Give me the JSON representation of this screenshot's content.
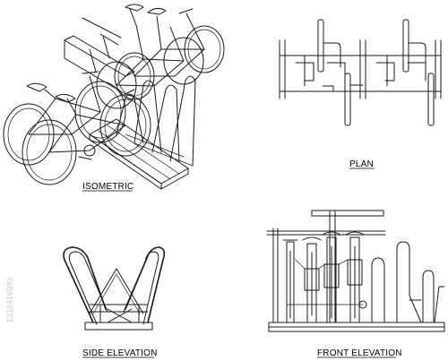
{
  "views": {
    "isometric": {
      "label": "ISOMETRIC"
    },
    "plan": {
      "label": "PLAN"
    },
    "side_elevation": {
      "label": "SIDE ELEVATION"
    },
    "front_elevation": {
      "label": "FRONT ELEVATION"
    }
  },
  "watermark": {
    "stock_id": "1218416980"
  }
}
